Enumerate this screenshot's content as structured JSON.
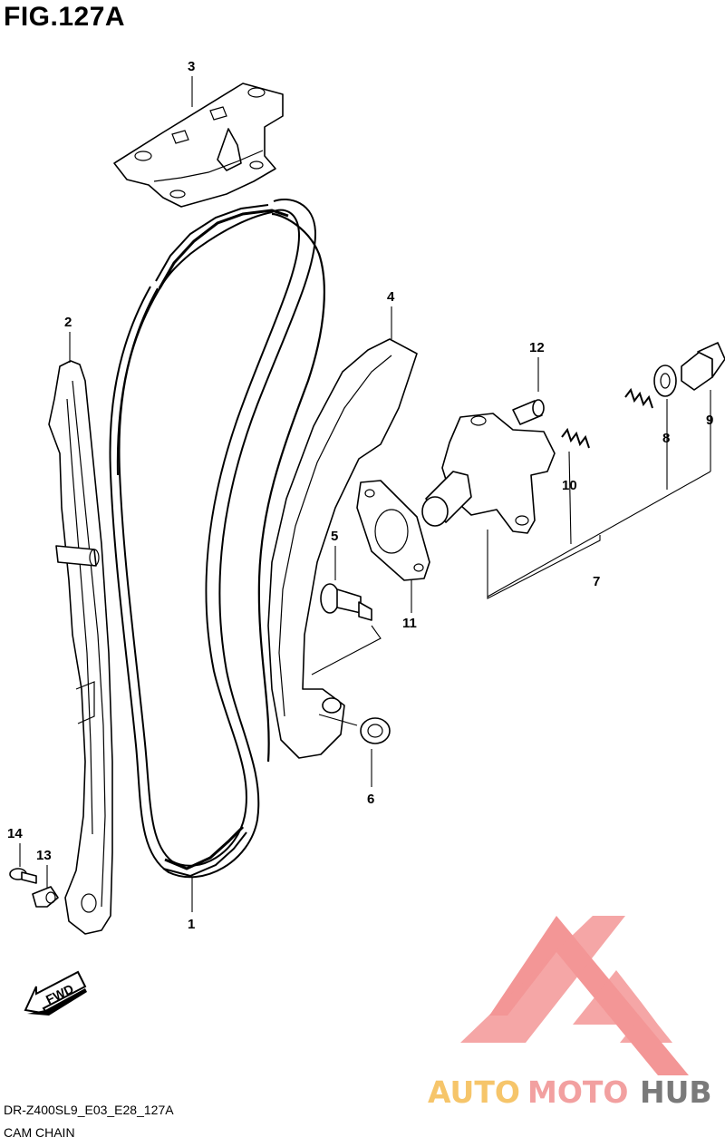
{
  "figure_title": "FIG.127A",
  "footer": {
    "code": "DR-Z400SL9_E03_E28_127A",
    "name": "CAM CHAIN"
  },
  "callouts": {
    "c1": "1",
    "c2": "2",
    "c3": "3",
    "c4": "4",
    "c5": "5",
    "c6": "6",
    "c7": "7",
    "c8": "8",
    "c9": "9",
    "c10": "10",
    "c11": "11",
    "c12": "12",
    "c13": "13",
    "c14": "14"
  },
  "fwd_label": "FWD",
  "watermark": {
    "text_part1": "AUTO",
    "text_part2": "MOTO",
    "text_part3": "HUB",
    "color_logo": "#f28b8b",
    "color_auto": "#f6c56a",
    "color_moto": "#f2a0a0",
    "color_hub": "#7a7a7a"
  }
}
